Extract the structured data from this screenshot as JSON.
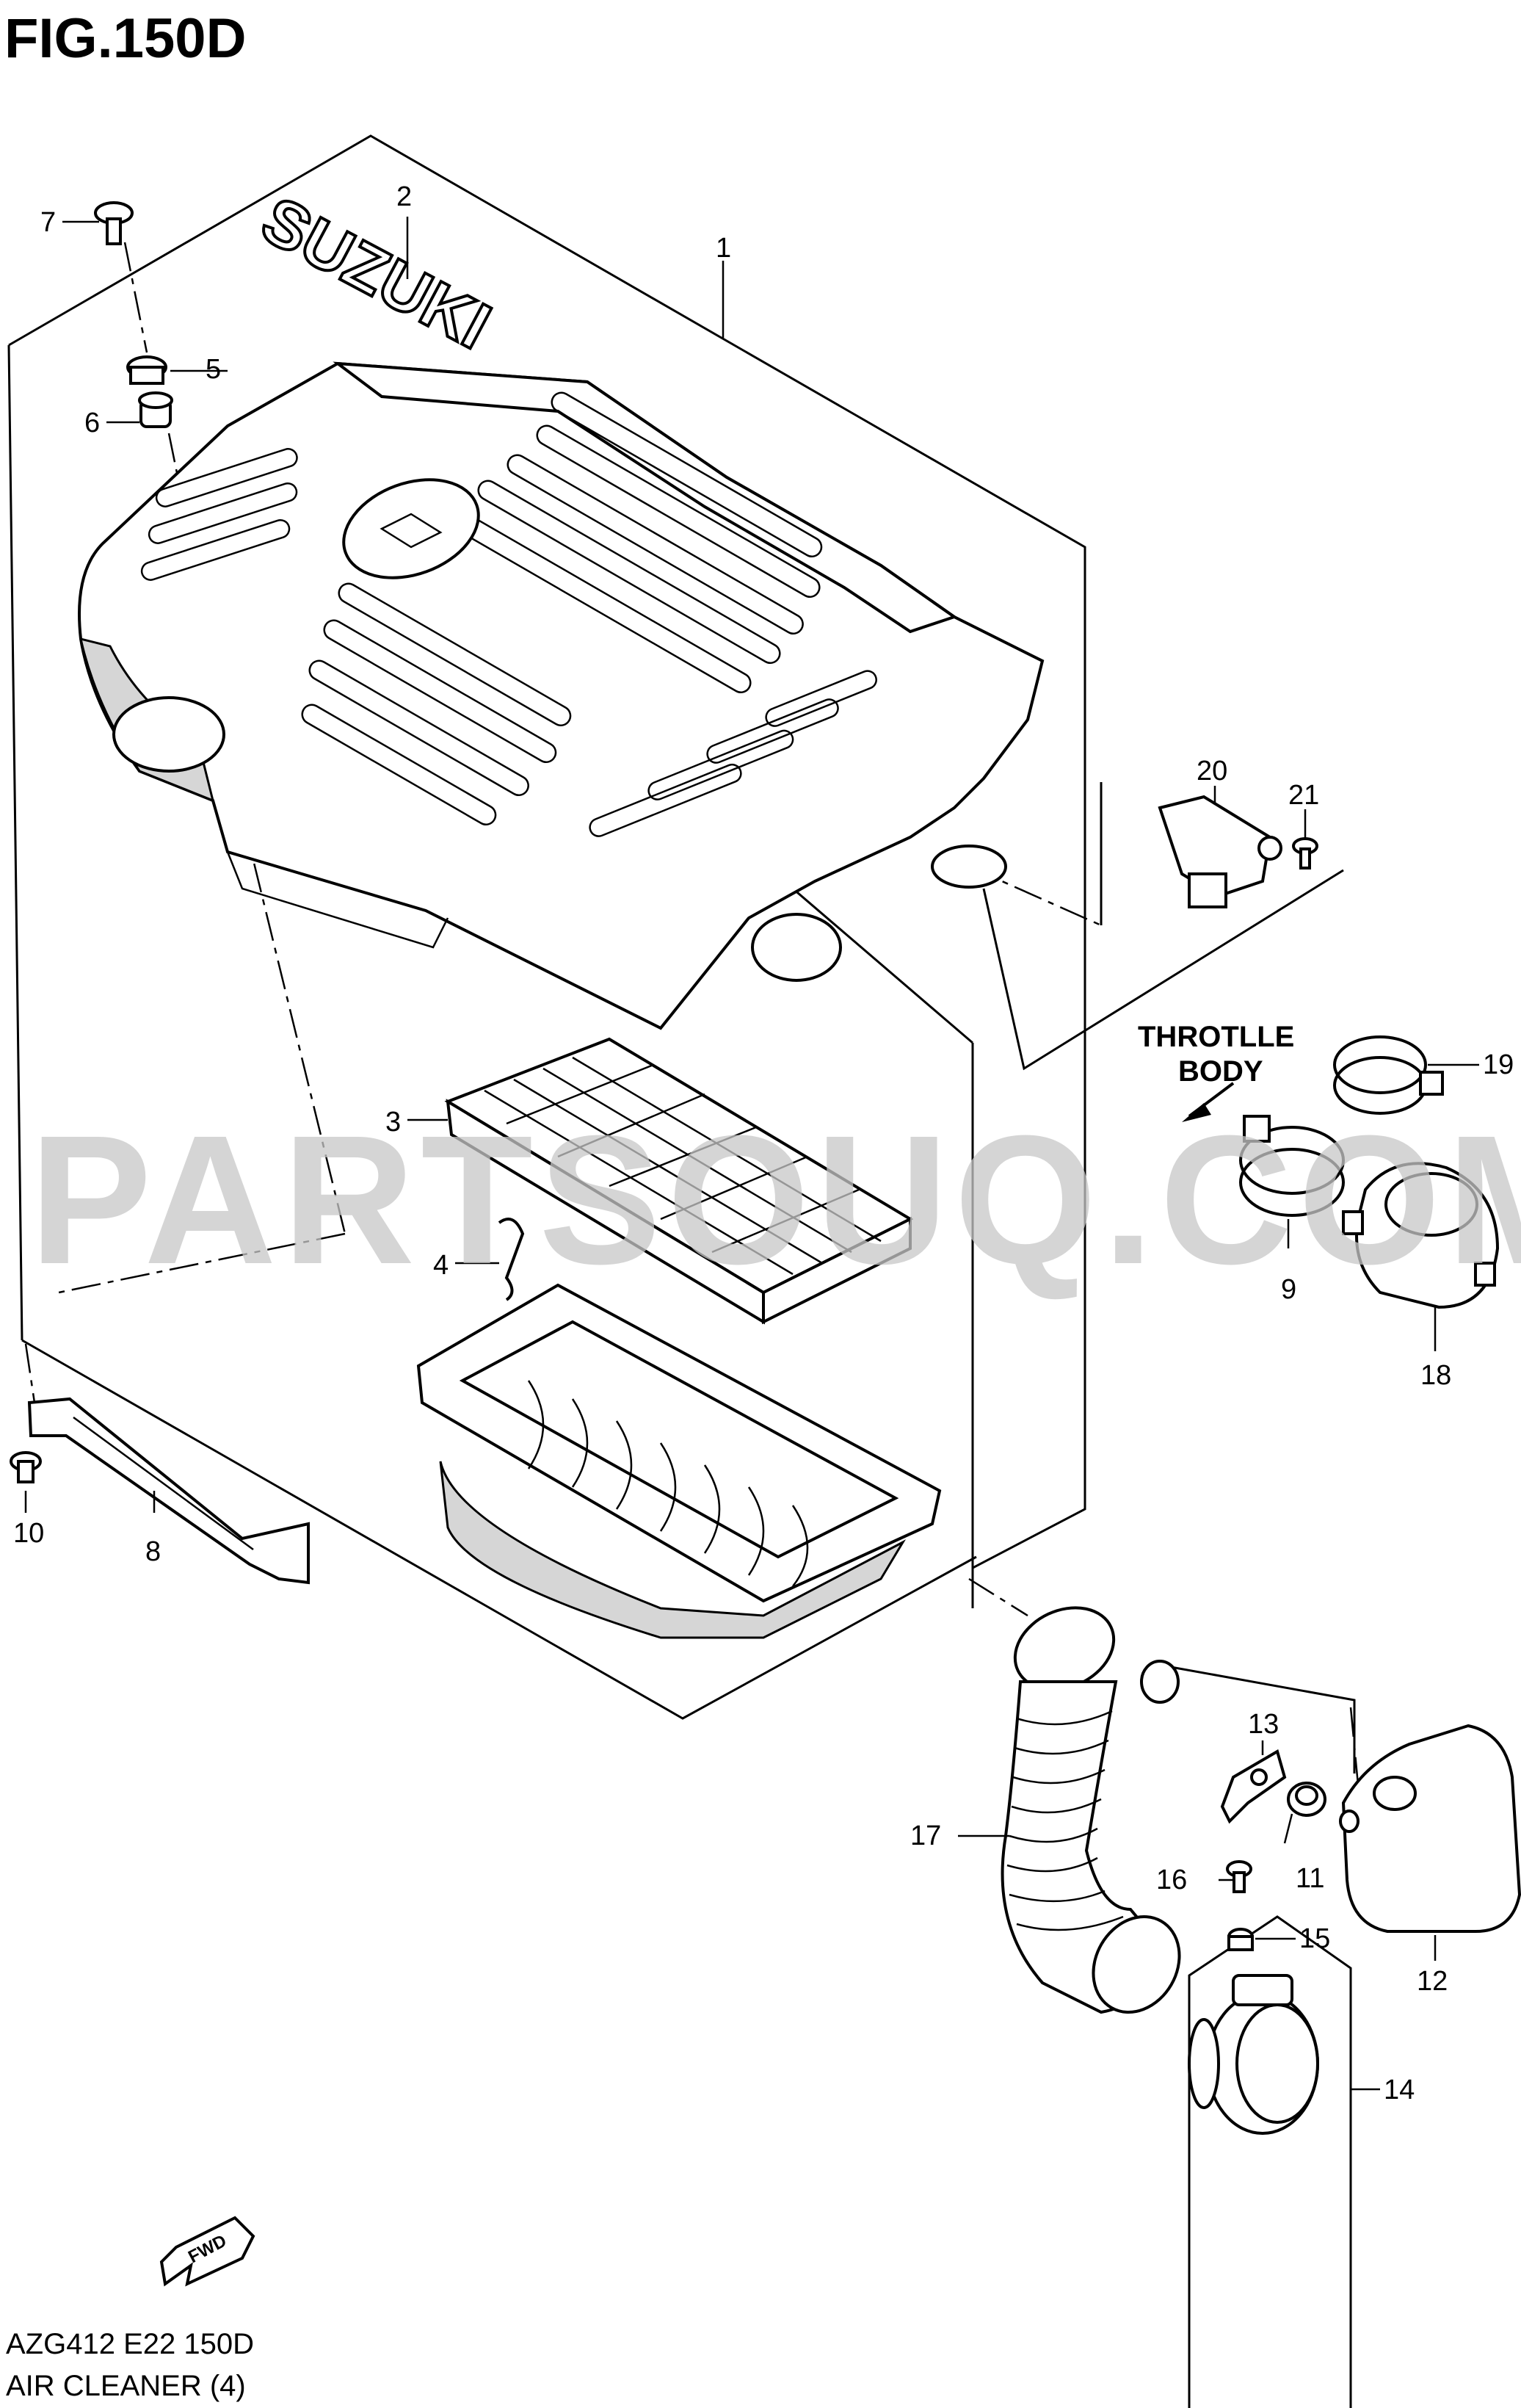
{
  "figure": {
    "title": "FIG.150D"
  },
  "emblem_text": "SUZUKI",
  "throttle_body_label": {
    "line1": "THROTLLE",
    "line2": "BODY"
  },
  "fwd_label": "FWD",
  "watermark": "PARTSOUQ.COM",
  "footer": {
    "code": "AZG412 E22 150D",
    "name": "AIR CLEANER (4)"
  },
  "callouts": {
    "c1": "1",
    "c2": "2",
    "c3": "3",
    "c4": "4",
    "c5": "5",
    "c6": "6",
    "c7": "7",
    "c8": "8",
    "c9": "9",
    "c10": "10",
    "c11": "11",
    "c12": "12",
    "c13": "13",
    "c14": "14",
    "c15": "15",
    "c16": "16",
    "c17": "17",
    "c18": "18",
    "c19": "19",
    "c20": "20",
    "c21": "21"
  },
  "colors": {
    "line": "#000000",
    "watermark": "#c8c8c8",
    "background": "#ffffff"
  }
}
